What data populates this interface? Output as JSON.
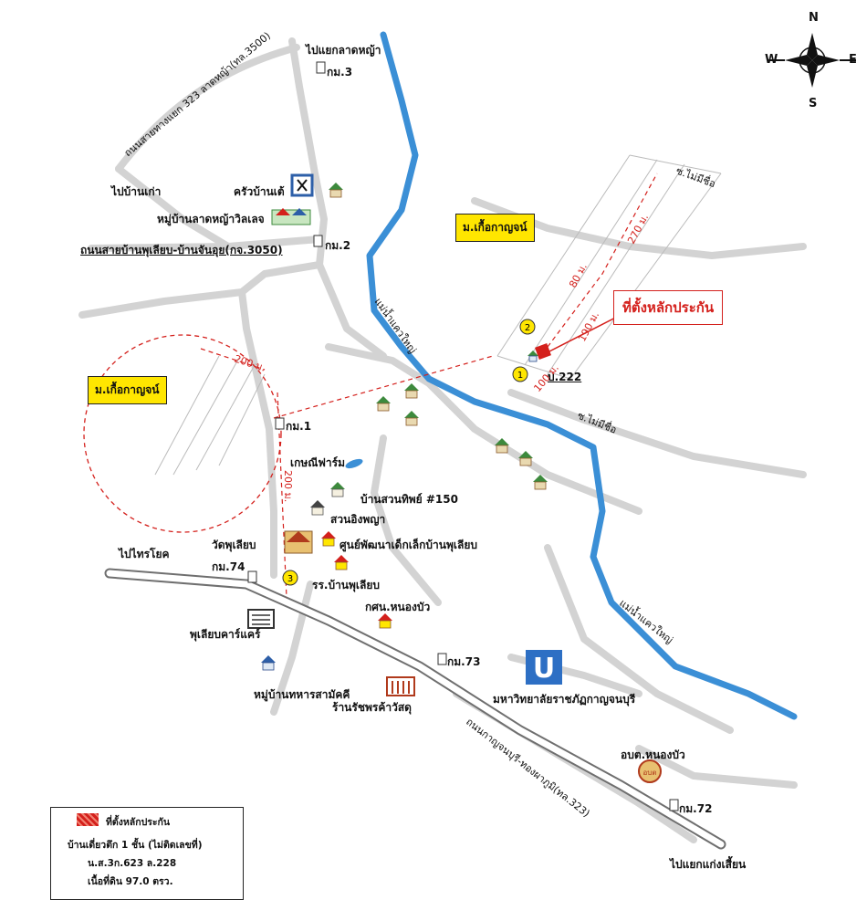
{
  "compass": {
    "n": "N",
    "s": "S",
    "e": "E",
    "w": "W"
  },
  "colors": {
    "river": "#3b8fd6",
    "road": "#d3d3d3",
    "circle": "#d4201c",
    "label_box": "#ffe600"
  },
  "labels": {
    "to_lat_ya_junction": "ไปแยกลาดหญ้า",
    "km3": "กม.3",
    "rd_323_3500": "ถนนสายทางแยก 323 ลาดหญ้า(ทล.3500)",
    "to_ban_kao": "ไปบ้านเก่า",
    "krua_ban_tae": "ครัวบ้านเต้",
    "lat_ya_village": "หมู่บ้านลาดหญ้าวิลเลจ",
    "rd_3050": "ถนนสายบ้านพุเลียบ-บ้านจันอุย(กจ.3050)",
    "km2": "กม.2",
    "mae_klong_yai_1": "แม่น้ำแควใหญ่",
    "mae_klong_yai_2": "แม่น้ำแควใหญ่",
    "moo_kua_karn_1": "ม.เกื้อกาญจน์",
    "moo_kua_karn_2": "ม.เกื้อกาญจน์",
    "no_name_soi_1": "ซ.ไม่มีชื่อ",
    "no_name_soi_2": "ซ.ไม่มีชื่อ",
    "dist_270": "270 ม.",
    "dist_80": "80 ม.",
    "dist_190": "190 ม.",
    "dist_100": "100 ม.",
    "dist_200_a": "200 ม.",
    "dist_200_b": "200 ม.",
    "collateral_location": "ที่ตั้งหลักประกัน",
    "bor_222": "บ.222",
    "km1": "กม.1",
    "kasetfarm": "เกษณีฟาร์ม",
    "ban_suan_tip": "บ้านสวนทิพย์ #150",
    "suan_ing_phaya": "สวนอิงพญา",
    "wat_pu_liap": "วัดพุเลียบ",
    "child_dev_center": "ศูนย์พัฒนาเด็กเล็กบ้านพุเลียบ",
    "to_sai_yok": "ไปไทรโยค",
    "km74": "กม.74",
    "school_pu_liap": "รร.บ้านพุเลียบ",
    "kor_sor_nong_bua": "กศน.หนองบัว",
    "pu_liap_carcare": "พุเลียบคาร์แคร์",
    "km73": "กม.73",
    "university": "มหาวิทยาลัยราชภัฏกาญจนบุรี",
    "soldier_village": "หมู่บ้านทหารสามัคคี",
    "ratcha_store": "ร้านรัชพรค้าวัสดุ",
    "rd_323": "ถนนกาญจนบุรี-ทองผาภูมิ(ทล.323)",
    "obt_nong_bua": "อบต.หนองบัว",
    "km72": "กม.72",
    "to_kaeng_sian": "ไปแยกแก่งเสี้ยน",
    "num1": "1",
    "num2": "2",
    "num3": "3",
    "uni_logo": "U",
    "obt_seal": "อบต"
  },
  "legend": {
    "collateral": "ที่ตั้งหลักประกัน",
    "house_type": "บ้านเดี่ยวตึก 1 ชั้น (ไม่ติดเลขที่)",
    "deed": "น.ส.3ก.623 ล.228",
    "area": "เนื้อที่ดิน 97.0 ตรว."
  }
}
